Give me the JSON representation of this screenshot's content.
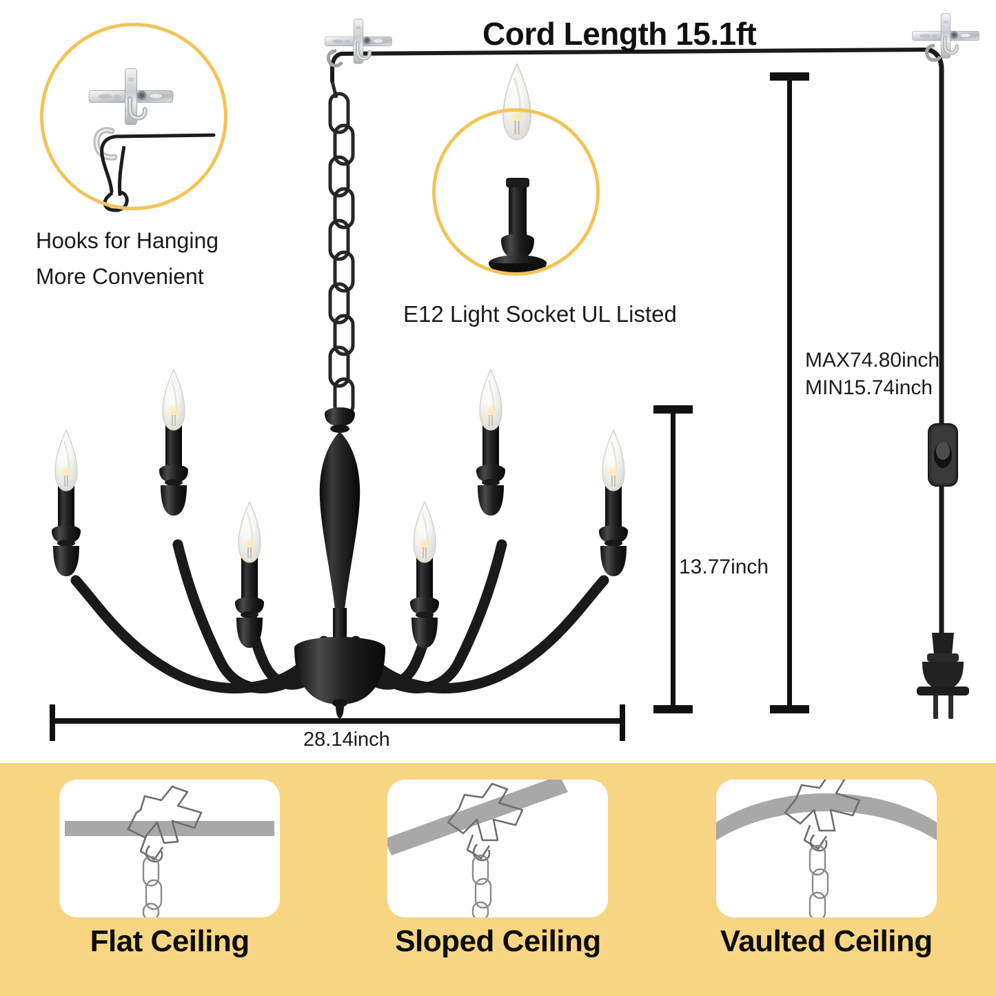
{
  "header": {
    "cord_length_title": "Cord Length 15.1ft"
  },
  "callouts": [
    {
      "id": "hooks",
      "icon": "ceiling-mount-hook-icon",
      "caption_line1": "Hooks for Hanging",
      "caption_line2": "More Convenient"
    },
    {
      "id": "socket",
      "icon": "e12-candle-bulb-icon",
      "caption": "E12 Light Socket UL Listed"
    }
  ],
  "dimensions": {
    "hang_height_max": "MAX74.80inch",
    "hang_height_min": "MIN15.74inch",
    "fixture_height": "13.77inch",
    "fixture_width": "28.14inch"
  },
  "product": {
    "type": "6-light candle chandelier",
    "finish_color": "#141414",
    "arm_count": 6,
    "bulb_count": 6
  },
  "ceiling_types": [
    {
      "label": "Flat Ceiling",
      "icon": "flat-ceiling-icon"
    },
    {
      "label": "Sloped Ceiling",
      "icon": "sloped-ceiling-icon"
    },
    {
      "label": "Vaulted Ceiling",
      "icon": "vaulted-ceiling-icon"
    }
  ],
  "colors": {
    "band_background": "#F7D583",
    "highlight_ring": "#F2C357",
    "text": "#111111",
    "card_background": "#FFFFFF",
    "ceiling_gray": "#A8A8A8",
    "metal_gray": "#C9CCD0"
  }
}
